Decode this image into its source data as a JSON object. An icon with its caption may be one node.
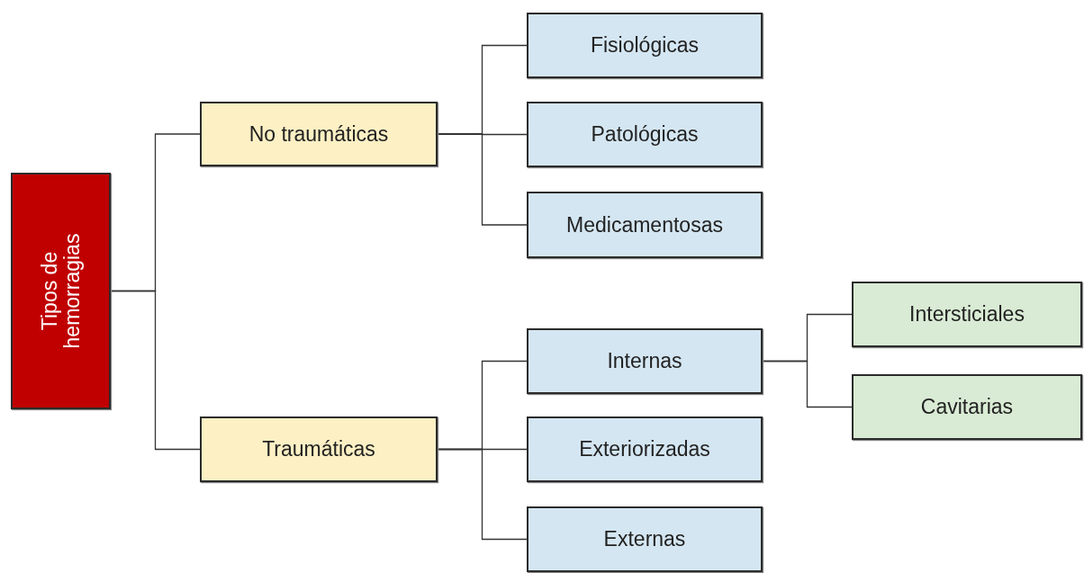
{
  "diagram": {
    "nodes": [
      {
        "text": [
          "Tipos de hemorragias"
        ]
      },
      {
        "text": [
          "No traumáticas"
        ]
      },
      {
        "text": [
          "Traumáticas"
        ]
      },
      {
        "text": [
          "Fisiológicas"
        ]
      },
      {
        "text": [
          "Patológicas"
        ]
      },
      {
        "text": [
          "Medicamentosas"
        ]
      },
      {
        "text": [
          "Internas"
        ]
      },
      {
        "text": [
          "Exteriorizadas"
        ]
      },
      {
        "text": [
          "Externas"
        ]
      },
      {
        "text": [
          "Intersticiales"
        ]
      },
      {
        "text": [
          "Cavitarias"
        ]
      }
    ],
    "edges": [
      {
        "from": 0,
        "to": 1,
        "arrow": "none"
      },
      {
        "from": 0,
        "to": 2,
        "arrow": "none"
      },
      {
        "from": 1,
        "to": 3,
        "arrow": "none"
      },
      {
        "from": 1,
        "to": 4,
        "arrow": "none"
      },
      {
        "from": 1,
        "to": 5,
        "arrow": "none"
      },
      {
        "from": 2,
        "to": 6,
        "arrow": "none"
      },
      {
        "from": 2,
        "to": 7,
        "arrow": "none"
      },
      {
        "from": 2,
        "to": 8,
        "arrow": "none"
      },
      {
        "from": 6,
        "to": 9,
        "arrow": "none"
      },
      {
        "from": 6,
        "to": 10,
        "arrow": "none"
      }
    ]
  }
}
